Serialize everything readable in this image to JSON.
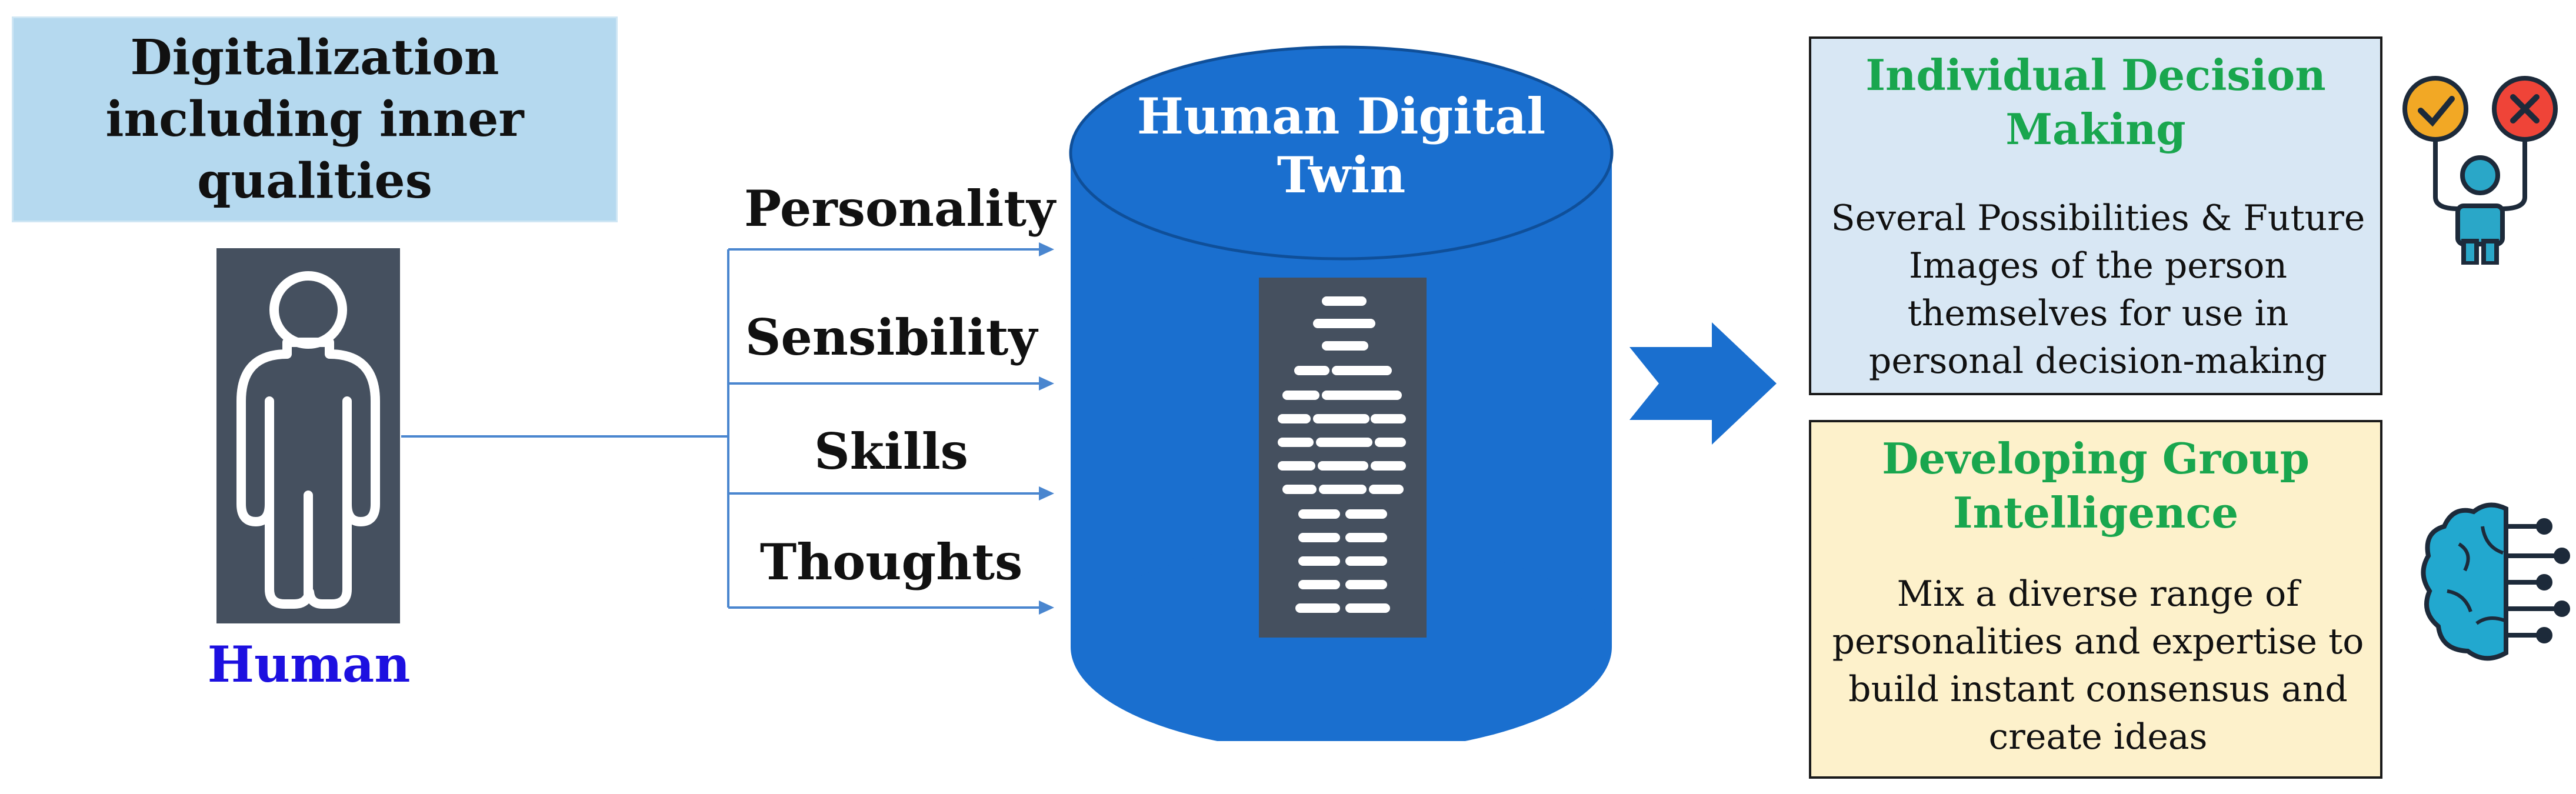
{
  "title": {
    "text": "Digitalization including inner qualities"
  },
  "human": {
    "label": "Human"
  },
  "attributes": [
    {
      "label": "Personality"
    },
    {
      "label": "Sensibility"
    },
    {
      "label": "Skills"
    },
    {
      "label": "Thoughts"
    }
  ],
  "twin": {
    "title": "Human Digital Twin"
  },
  "decision": {
    "title": "Individual Decision Making",
    "text": "Several Possibilities & Future Images of the person themselves for use in personal decision-making"
  },
  "group": {
    "title": "Developing Group Intelligence",
    "text": "Mix a diverse range of personalities and expertise to build instant consensus and create ideas"
  },
  "colors": {
    "cylinder": "#1a6fcf",
    "connector": "#4a86cf",
    "panel": "#45505f",
    "title_box": "#b5d9ef",
    "human_label": "#1d10e0",
    "box_title": "#19a64e",
    "decision_bg": "#d8e7f4",
    "group_bg": "#fdf1cb",
    "check": "#f2a825",
    "cross": "#ef4438",
    "person_icon": "#2aa7c8",
    "brain_icon": "#22a8cf"
  },
  "icons": [
    "person-outline-icon",
    "digital-person-icon",
    "arrow-right-icon",
    "approve-reject-person-icon",
    "ai-brain-icon"
  ]
}
